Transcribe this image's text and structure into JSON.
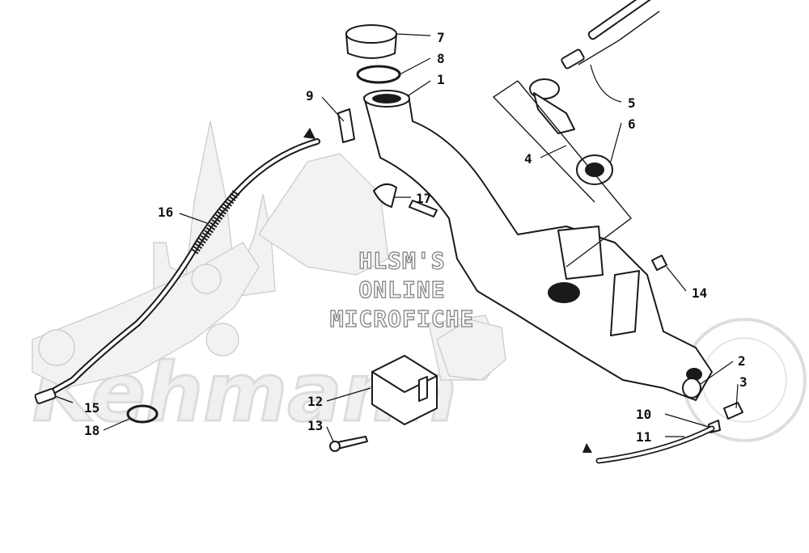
{
  "watermark": {
    "lines": [
      "HLSM'S",
      "ONLINE",
      "MICROFICHE"
    ],
    "brand": "Kehmann"
  },
  "callouts": [
    {
      "id": "7",
      "label": "7"
    },
    {
      "id": "8",
      "label": "8"
    },
    {
      "id": "1",
      "label": "1"
    },
    {
      "id": "9",
      "label": "9"
    },
    {
      "id": "5",
      "label": "5"
    },
    {
      "id": "6",
      "label": "6"
    },
    {
      "id": "4",
      "label": "4"
    },
    {
      "id": "17",
      "label": "17"
    },
    {
      "id": "16",
      "label": "16"
    },
    {
      "id": "14",
      "label": "14"
    },
    {
      "id": "2",
      "label": "2"
    },
    {
      "id": "3",
      "label": "3"
    },
    {
      "id": "12",
      "label": "12"
    },
    {
      "id": "13",
      "label": "13"
    },
    {
      "id": "10",
      "label": "10"
    },
    {
      "id": "11",
      "label": "11"
    },
    {
      "id": "15",
      "label": "15"
    },
    {
      "id": "18",
      "label": "18"
    }
  ]
}
